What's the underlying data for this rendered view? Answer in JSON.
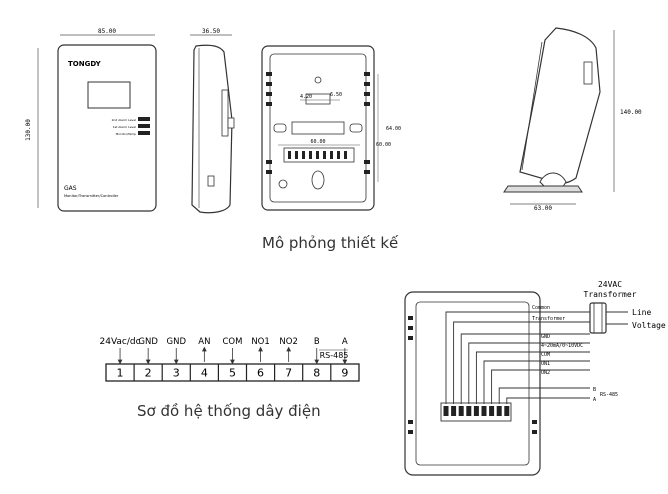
{
  "captions": {
    "design": "Mô phỏng thiết kế",
    "wiring": "Sơ đồ hệ thống dây điện"
  },
  "front_view": {
    "brand": "TONGDY",
    "width_dim": "85.00",
    "height_dim": "130.00",
    "indicators": [
      "2nd Alarm Level",
      "1st Alarm Level",
      "Monitor/Temp"
    ],
    "product": "GAS",
    "product_sub": "Monitor/Transmitter/Controller"
  },
  "side_view": {
    "depth_dim": "36.50"
  },
  "back_view": {
    "dims": [
      "4.20",
      "6.50",
      "60.00",
      "64.00",
      "60.00"
    ]
  },
  "stand_view": {
    "height_dim": "140.00",
    "base_dim": "63.00"
  },
  "terminal_block": {
    "labels": [
      "24Vac/dc",
      "GND",
      "GND",
      "AN",
      "COM",
      "NO1",
      "NO2",
      "B",
      "A"
    ],
    "numbers": [
      "1",
      "2",
      "3",
      "4",
      "5",
      "6",
      "7",
      "8",
      "9"
    ],
    "bus_label": "RS-485"
  },
  "wiring_diagram": {
    "transformer_title": "24VAC",
    "transformer_sub": "Transformer",
    "line": "Line",
    "voltage": "Voltage",
    "common": "Common",
    "transformer_tag": "Transformer",
    "signals": [
      "GND",
      "4~20mA/0~10VDC",
      "COM",
      "ON1",
      "ON2"
    ],
    "b": "B",
    "a": "A",
    "bus": "RS-485"
  },
  "colors": {
    "line": "#333333",
    "bg": "#ffffff"
  }
}
